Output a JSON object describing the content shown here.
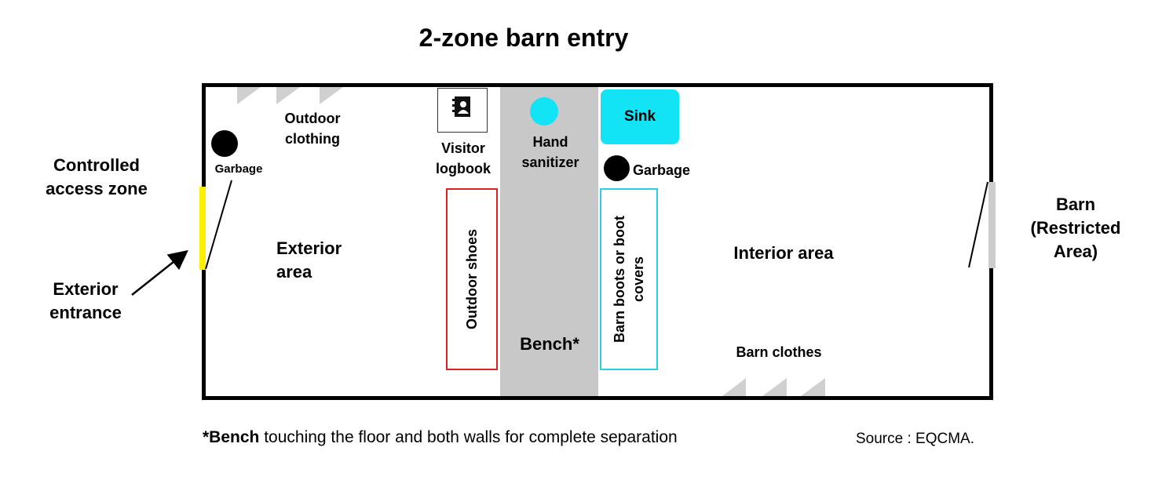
{
  "title": "2-zone barn entry",
  "zones": {
    "controlled_access": "Controlled access zone",
    "barn_restricted_line1": "Barn",
    "barn_restricted_line2": "(Restricted",
    "barn_restricted_line3": "Area)",
    "exterior_entrance_line1": "Exterior",
    "exterior_entrance_line2": "entrance"
  },
  "areas": {
    "exterior_line1": "Exterior",
    "exterior_line2": "area",
    "interior": "Interior area"
  },
  "items": {
    "garbage_left": "Garbage",
    "garbage_right": "Garbage",
    "outdoor_clothing_line1": "Outdoor",
    "outdoor_clothing_line2": "clothing",
    "visitor_logbook_line1": "Visitor",
    "visitor_logbook_line2": "logbook",
    "hand_sanitizer_line1": "Hand",
    "hand_sanitizer_line2": "sanitizer",
    "sink": "Sink",
    "outdoor_shoes": "Outdoor shoes",
    "barn_boots_line1": "Barn boots or boot",
    "barn_boots_line2": "covers",
    "bench": "Bench*",
    "barn_clothes": "Barn clothes"
  },
  "footnote": {
    "bold": "*Bench",
    "rest": " touching the floor and both walls for complete separation"
  },
  "source": "Source : EQCMA.",
  "colors": {
    "exterior_door": "#ffee00",
    "sink": "#12e3f5",
    "sanitizer": "#12e3f5",
    "outdoor_shoes_border": "#e02020",
    "barn_boots_border": "#2ccde8",
    "bench": "#c8c8c8",
    "hooks": "#d0d0d0"
  }
}
